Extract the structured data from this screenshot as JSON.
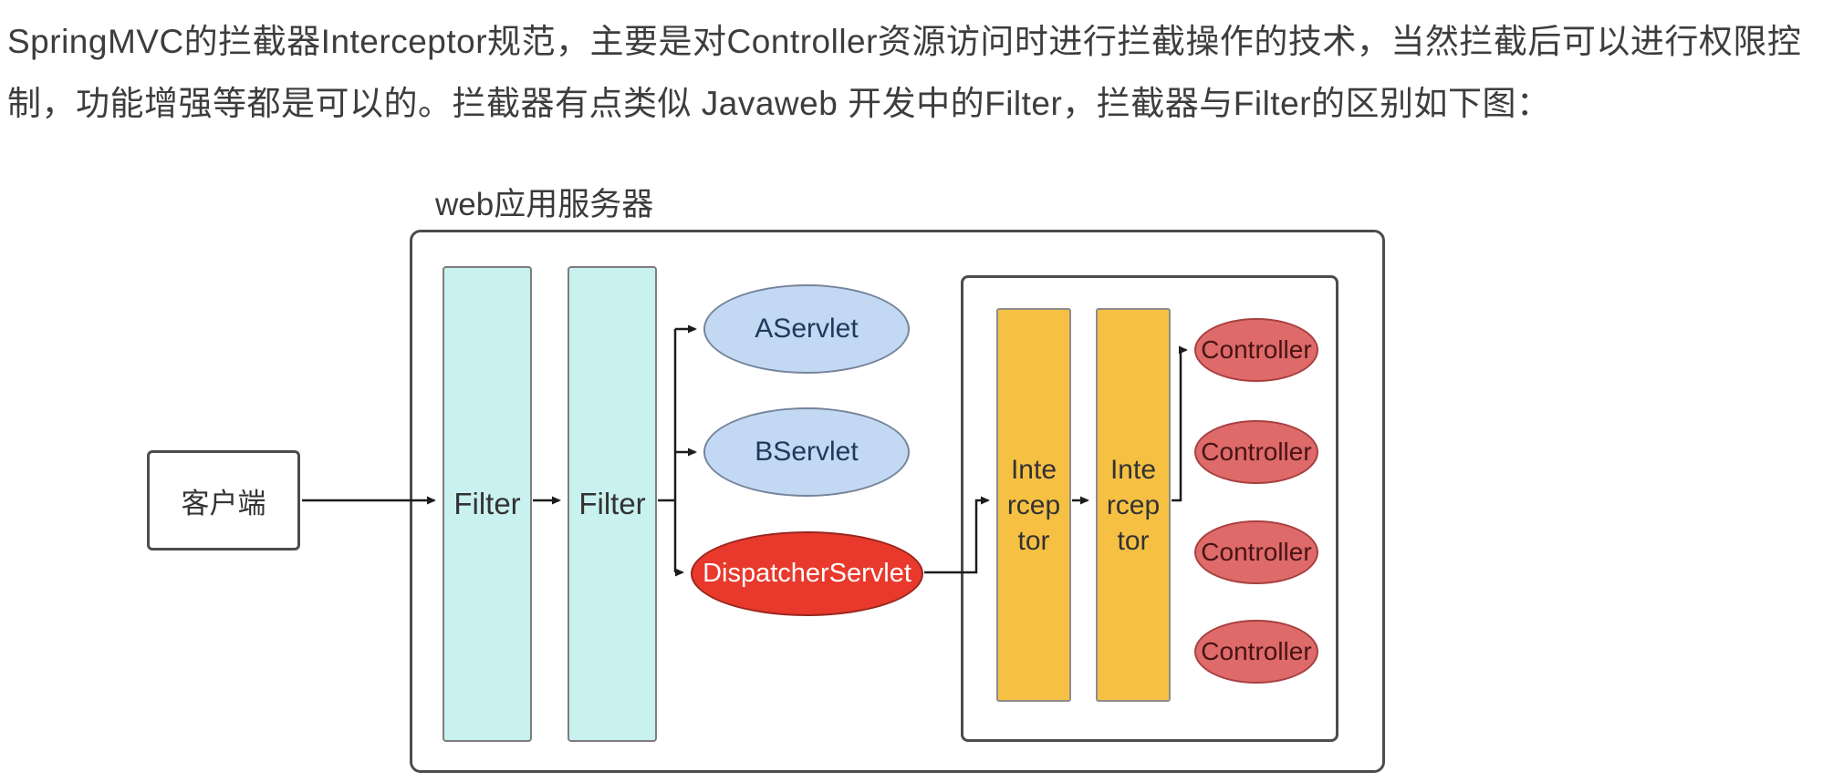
{
  "paragraph": {
    "text": "SpringMVC的拦截器Interceptor规范，主要是对Controller资源访问时进行拦截操作的技术，当然拦截后可以进行权限控制，功能增强等都是可以的。拦截器有点类似 Javaweb 开发中的Filter，拦截器与Filter的区别如下图："
  },
  "diagram": {
    "server_label": "web应用服务器",
    "client_label": "客户端",
    "filters": [
      "Filter",
      "Filter"
    ],
    "servlets": [
      {
        "label": "AServlet"
      },
      {
        "label": "BServlet"
      },
      {
        "label": "DispatcherServlet"
      }
    ],
    "interceptors": [
      "Inte\nrcep\ntor",
      "Inte\nrcep\ntor"
    ],
    "controllers": [
      "Controller",
      "Controller",
      "Controller",
      "Controller"
    ],
    "colors": {
      "filter_fill": "#c9f1ef",
      "servlet_fill": "#c3d9f3",
      "dispatcher_fill": "#e8392c",
      "interceptor_fill": "#f6c043",
      "controller_fill": "#df6a6a",
      "line": "#1c1c1c"
    }
  }
}
